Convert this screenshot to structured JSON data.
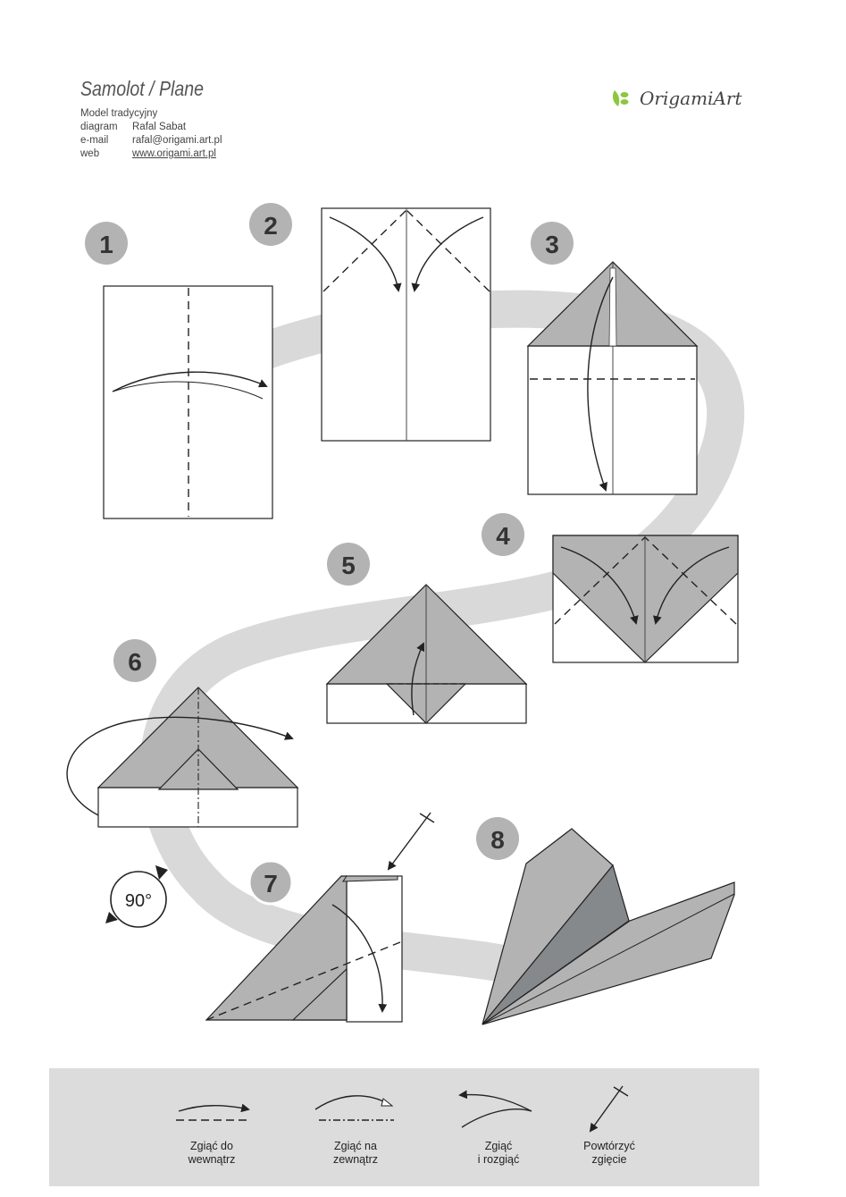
{
  "header": {
    "title": "Samolot / Plane",
    "model_line": "Model tradycyjny",
    "diagram_label": "diagram",
    "diagram_value": "Rafal Sabat",
    "email_label": "e-mail",
    "email_value": "rafal@origami.art.pl",
    "web_label": "web",
    "web_value": "www.origami.art.pl"
  },
  "logo": {
    "text": "OrigamiArt",
    "icon": "leaf-logo-icon",
    "color": "#8dc63f"
  },
  "steps": [
    {
      "number": "1"
    },
    {
      "number": "2"
    },
    {
      "number": "3"
    },
    {
      "number": "4"
    },
    {
      "number": "5"
    },
    {
      "number": "6"
    },
    {
      "number": "7"
    },
    {
      "number": "8"
    }
  ],
  "rotation_badge": "90°",
  "legend": {
    "items": [
      {
        "label": "Zgiąć do\nwewnątrz",
        "icon": "valley-fold-icon"
      },
      {
        "label": "Zgiąć na\nzewnątrz",
        "icon": "mountain-fold-icon"
      },
      {
        "label": "Zgiąć\ni rozgiąć",
        "icon": "fold-unfold-icon"
      },
      {
        "label": "Powtórzyć\nzgięcie",
        "icon": "repeat-fold-icon"
      }
    ]
  },
  "colors": {
    "paper_color": "#b3b3b3",
    "dark_color": "#85898c",
    "path_color": "#d9d9d9",
    "badge_color": "#b3b3b3"
  }
}
